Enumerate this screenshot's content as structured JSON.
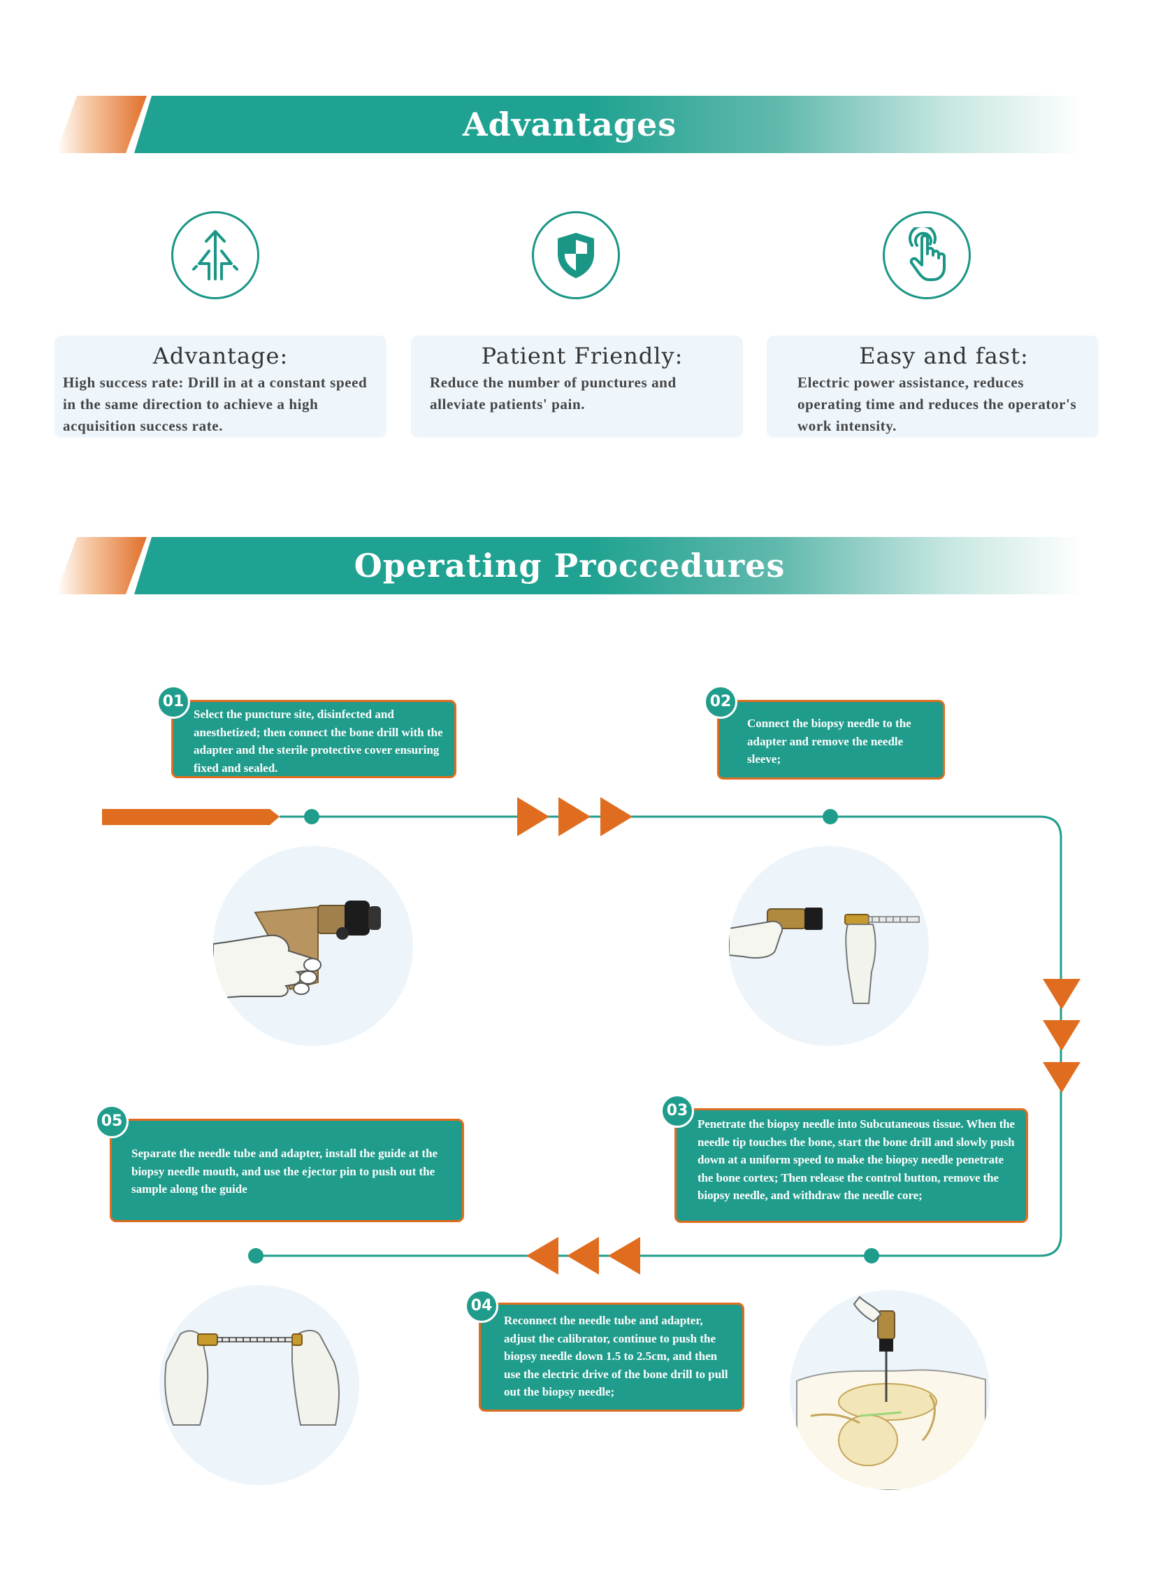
{
  "sections": {
    "advantages_title": "Advantages",
    "procedures_title": "Operating Proccedures"
  },
  "advantages": [
    {
      "icon": "arrows-icon",
      "title": "Advantage",
      "text": "High success rate: Drill in at a constant speed in the same direction to achieve a high acquisition success rate."
    },
    {
      "icon": "shield-icon",
      "title": "Patient Friendly",
      "text": "Reduce the number of punctures and alleviate patients' pain."
    },
    {
      "icon": "touch-hand-icon",
      "title": "Easy and fast",
      "text": "Electric power assistance, reduces operating time and reduces the operator's work intensity."
    }
  ],
  "steps": [
    {
      "number": "01",
      "text": "Select the puncture site, disinfected and anesthetized; then connect the bone drill with the adapter and the sterile protective cover ensuring fixed and sealed."
    },
    {
      "number": "02",
      "text": "Connect the biopsy needle to the adapter and remove the needle sleeve;"
    },
    {
      "number": "03",
      "text": "Penetrate the biopsy needle into Subcutaneous tissue. When the needle tip touches the bone, start the bone drill and slowly push down at a uniform speed to make the biopsy needle penetrate the bone cortex; Then release the control button, remove the biopsy needle, and withdraw the needle core;"
    },
    {
      "number": "04",
      "text": "Reconnect the needle tube and adapter, adjust the calibrator, continue to push the biopsy needle down 1.5 to 2.5cm, and then use the electric drive of the bone drill to pull out the biopsy needle;"
    },
    {
      "number": "05",
      "text": "Separate the needle tube and adapter, install the guide at the biopsy needle mouth, and use the ejector pin to push out the sample along the guide"
    }
  ],
  "colors": {
    "teal": "#1f9c8b",
    "orange": "#e06d1f",
    "card_bg": "#eef6fc"
  }
}
